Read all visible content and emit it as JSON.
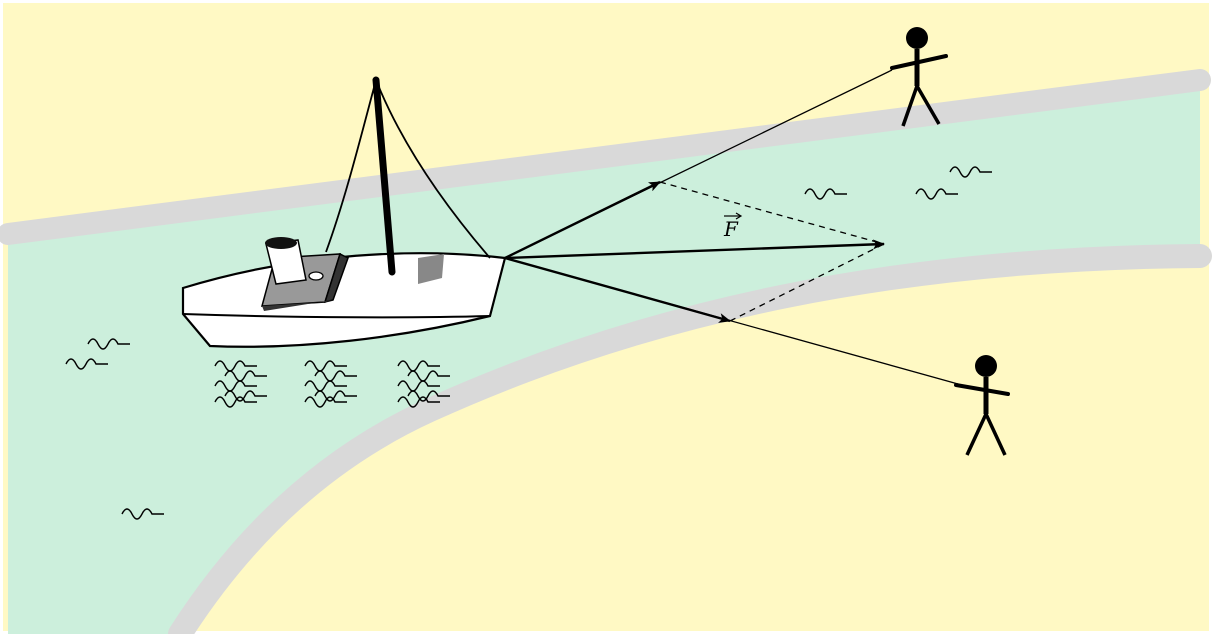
{
  "diagram": {
    "force_label": "F",
    "colors": {
      "land": "#fff9c4",
      "water": "#ccefdc",
      "bank": "#d9d9d9",
      "ink": "#000000",
      "deck": "#999999",
      "cabin_dark": "#333333",
      "strip": "#888888"
    },
    "icons": [
      "boat",
      "mast",
      "person-left-bank",
      "person-right-bank",
      "force-vector-arrow",
      "water-waves"
    ]
  }
}
